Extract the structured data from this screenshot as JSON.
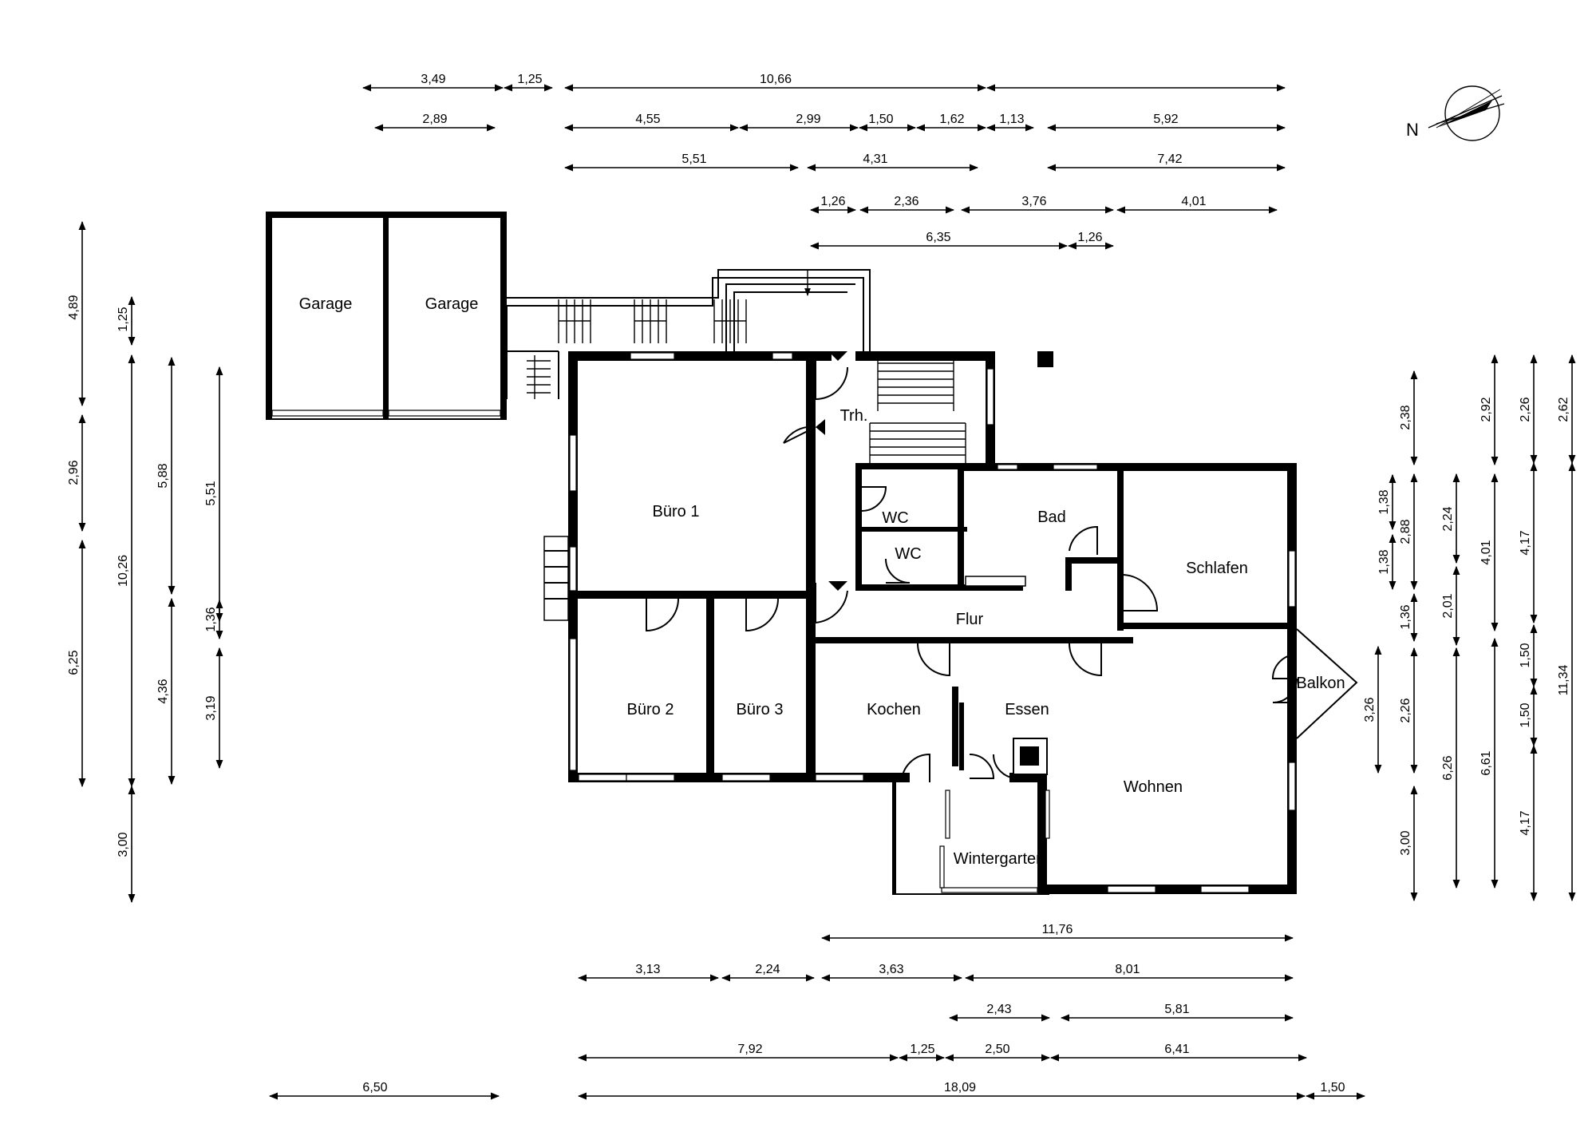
{
  "rooms": {
    "garage_1": "Garage",
    "garage_2": "Garage",
    "treppenhaus": "Trh.",
    "buero_1": "Büro 1",
    "buero_2": "Büro 2",
    "buero_3": "Büro 3",
    "wc_1": "WC",
    "wc_2": "WC",
    "bad": "Bad",
    "schlafen": "Schlafen",
    "flur": "Flur",
    "kochen": "Kochen",
    "essen": "Essen",
    "wohnen": "Wohnen",
    "balkon": "Balkon",
    "wintergarten": "Wintergarten"
  },
  "north_label": "N",
  "dimensions": {
    "top_row_1": [
      "3,49",
      "1,25",
      "10,66"
    ],
    "top_row_2": [
      "2,89",
      "4,55",
      "2,99",
      "1,50",
      "1,62",
      "1,13",
      "5,92"
    ],
    "top_row_3": [
      "5,51",
      "4,31",
      "7,42"
    ],
    "top_row_4": [
      "1,26",
      "2,36",
      "3,76",
      "4,01"
    ],
    "top_row_5": [
      "6,35",
      "1,26"
    ],
    "left_col_1": [
      "4,89",
      "2,96",
      "6,25"
    ],
    "left_col_2": [
      "1,25",
      "10,26",
      "3,00"
    ],
    "left_col_3": [
      "5,88",
      "4,36"
    ],
    "left_col_4": [
      "5,51",
      "1,36",
      "3,19"
    ],
    "right_col_1": [
      "1,38",
      "1,38"
    ],
    "right_col_2": [
      "3,26"
    ],
    "right_col_3": [
      "2,38",
      "2,88",
      "1,36",
      "2,26",
      "3,00"
    ],
    "right_col_4": [
      "2,24",
      "2,01",
      "6,26"
    ],
    "right_col_5": [
      "2,92",
      "4,01",
      "6,61"
    ],
    "right_col_6": [
      "2,26",
      "4,17",
      "1,50",
      "1,50",
      "4,17"
    ],
    "right_col_7": [
      "2,62",
      "11,34"
    ],
    "bottom_row_1": [
      "11,76"
    ],
    "bottom_row_2": [
      "3,13",
      "2,24",
      "3,63",
      "8,01"
    ],
    "bottom_row_3": [
      "2,43",
      "5,81"
    ],
    "bottom_row_4": [
      "7,92",
      "1,25",
      "2,50",
      "6,41"
    ],
    "bottom_row_5": [
      "6,50",
      "18,09",
      "1,50"
    ]
  }
}
